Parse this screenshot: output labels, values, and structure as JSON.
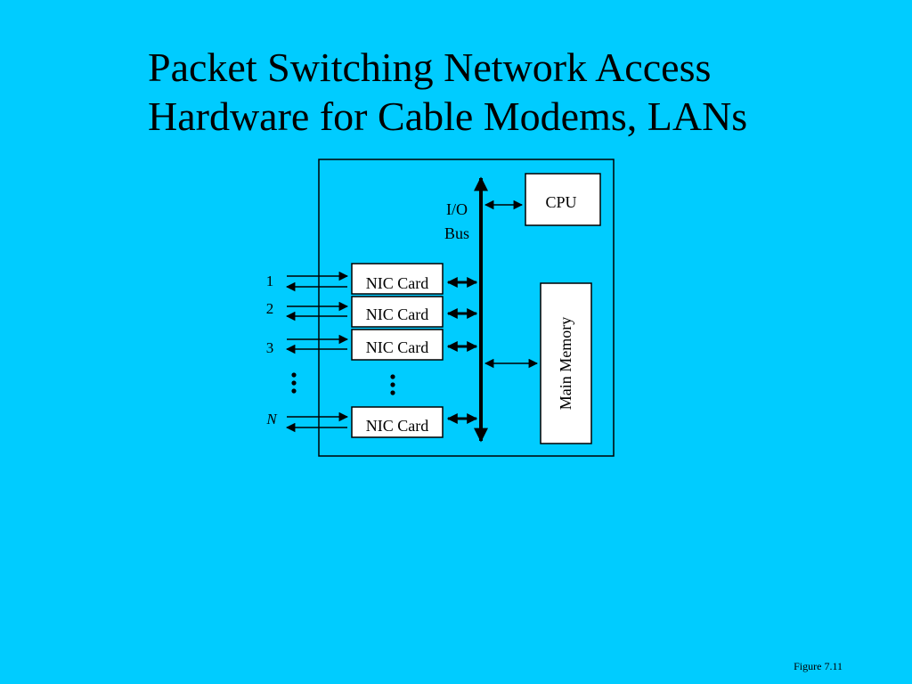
{
  "slide": {
    "title_line1": "Packet Switching Network Access",
    "title_line2": "Hardware for Cable Modems, LANs",
    "figure_caption": "Figure 7.11"
  },
  "diagram": {
    "bus_label_line1": "I/O",
    "bus_label_line2": "Bus",
    "cpu_label": "CPU",
    "memory_label": "Main Memory",
    "nic_cards": [
      "NIC Card",
      "NIC Card",
      "NIC Card",
      "NIC Card"
    ],
    "port_labels": [
      "1",
      "2",
      "3",
      "N"
    ],
    "ellipsis": "..."
  },
  "colors": {
    "background": "#00ccff",
    "box_fill": "#ffffff",
    "stroke": "#000000"
  }
}
